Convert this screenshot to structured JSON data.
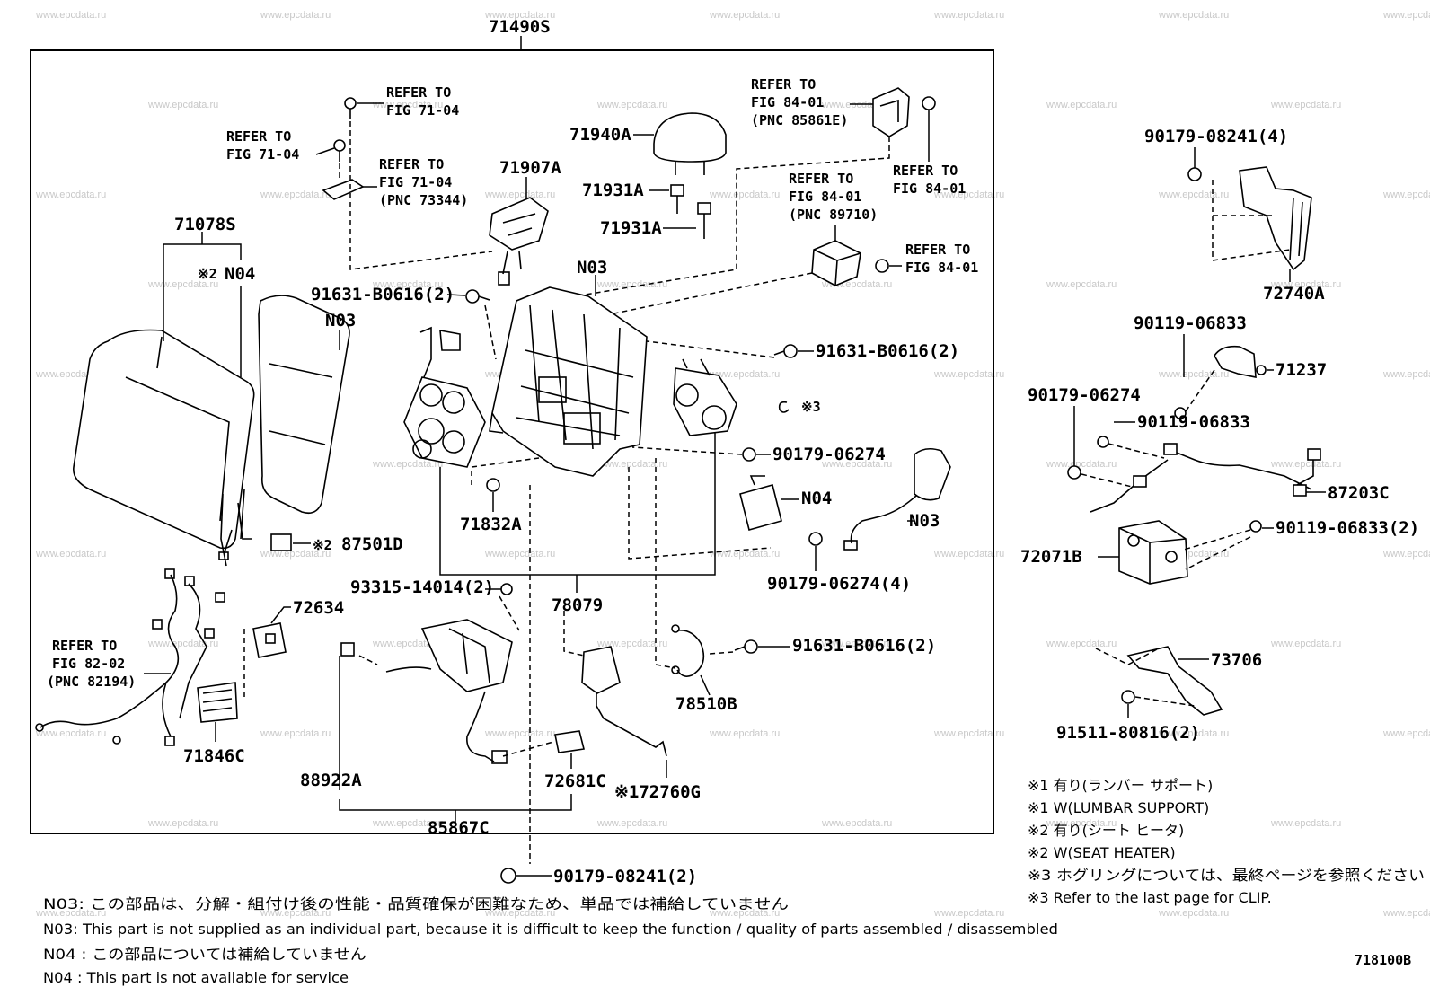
{
  "watermark": "www.epcdata.ru",
  "frame_label": "71490S",
  "part_labels": {
    "p71078S": "71078S",
    "p71940A": "71940A",
    "p71907A": "71907A",
    "p71931A_1": "71931A",
    "p71931A_2": "71931A",
    "n04_top": "N04",
    "n03_seat": "N03",
    "n03_frame": "N03",
    "p91631_left": "91631-B0616(2)",
    "p91631_right": "91631-B0616(2)",
    "p91631_low": "91631-B0616(2)",
    "clip3": "※3",
    "p90179_06274": "90179-06274",
    "p90179_06274_4": "90179-06274(4)",
    "n04_ecu": "N04",
    "n03_bag": "N03",
    "p71832A": "71832A",
    "p87501D": "87501D",
    "p87501D_mark": "※2",
    "p93315": "93315-14014(2)",
    "p78079": "78079",
    "p72634": "72634",
    "p71846C": "71846C",
    "p78510B": "78510B",
    "p88922A": "88922A",
    "p72681C": "72681C",
    "p72760G": "※172760G",
    "p85867C": "85867C",
    "p90179_08241_2": "90179-08241(2)",
    "p90179_08241_4": "90179-08241(4)",
    "p72740A": "72740A",
    "p90119_06833_a": "90119-06833",
    "p71237": "71237",
    "p90179_06274_r": "90179-06274",
    "p90119_06833_b": "90119-06833",
    "p87203C": "87203C",
    "p72071B": "72071B",
    "p90119_06833_2": "90119-06833(2)",
    "p73706": "73706",
    "p91511": "91511-80816(2)",
    "n04_mark": "※2",
    "diagram_code": "718100B"
  },
  "refer_labels": {
    "r1": [
      "REFER TO",
      "FIG 71-04"
    ],
    "r2": [
      "REFER TO",
      "FIG 71-04"
    ],
    "r3": [
      "REFER TO",
      "FIG 71-04",
      "(PNC 73344)"
    ],
    "r4": [
      "REFER TO",
      "FIG 84-01",
      "(PNC 85861E)"
    ],
    "r5": [
      "REFER TO",
      "FIG 84-01"
    ],
    "r6": [
      "REFER TO",
      "FIG 84-01",
      "(PNC 89710)"
    ],
    "r7": [
      "REFER TO",
      "FIG 84-01"
    ],
    "r8": [
      "REFER TO",
      "FIG 82-02",
      "(PNC 82194)"
    ]
  },
  "legend": [
    "※1 有り(ランバー サポート)",
    "※1 W(LUMBAR SUPPORT)",
    "※2 有り(シート ヒータ)",
    "※2 W(SEAT HEATER)",
    "※3 ホグリングについては、最終ページを参照ください",
    "※3 Refer to the last page for CLIP."
  ],
  "footnotes": [
    "N03: この部品は、分解・組付け後の性能・品質確保が困難なため、単品では補給していません",
    "N03: This part is not supplied as an individual part, because it is difficult to keep the function / quality of parts assembled / disassembled",
    "N04 : この部品については補給していません",
    "N04 : This part is not available for service"
  ]
}
